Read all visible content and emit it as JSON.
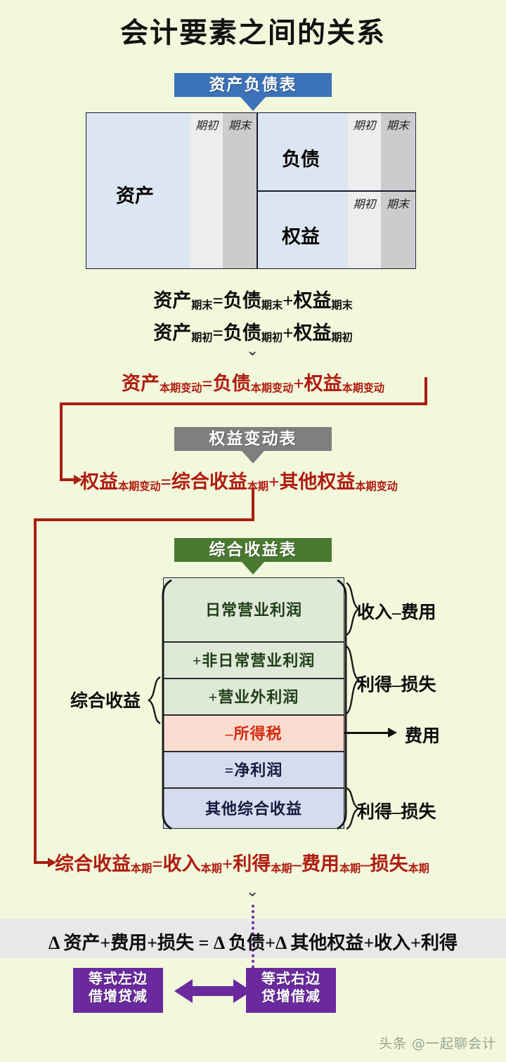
{
  "page": {
    "title": "会计要素之间的关系",
    "background": "#f2f8dc",
    "watermark": "头条 @一起聊会计"
  },
  "balance_sheet": {
    "header": "资产负债表",
    "header_color": "#3b72b8",
    "col_begin": "期初",
    "col_end": "期末",
    "assets": "资产",
    "liabilities": "负债",
    "equity": "权益"
  },
  "equations": {
    "bs_end": {
      "a": "资产",
      "a_sub": "期末",
      "eq": "=",
      "b": "负债",
      "b_sub": "期末",
      "plus": "+",
      "c": "权益",
      "c_sub": "期末"
    },
    "bs_begin": {
      "a": "资产",
      "a_sub": "期初",
      "eq": "=",
      "b": "负债",
      "b_sub": "期初",
      "plus": "+",
      "c": "权益",
      "c_sub": "期初"
    },
    "bs_delta": {
      "a": "资产",
      "a_sub": "本期变动",
      "eq": "=",
      "b": "负债",
      "b_sub": "本期变动",
      "plus": "+",
      "c": "权益",
      "c_sub": "本期变动"
    },
    "equity_delta": {
      "a": "权益",
      "a_sub": "本期变动",
      "eq": "=",
      "b": "综合收益",
      "b_sub": "本期",
      "plus": "+",
      "c": "其他权益",
      "c_sub": "本期变动"
    },
    "ci": {
      "a": "综合收益",
      "a_sub": "本期",
      "eq": "=",
      "b": "收入",
      "b_sub": "本期",
      "op1": "+",
      "c": "利得",
      "c_sub": "本期",
      "op2": "–",
      "d": "费用",
      "d_sub": "本期",
      "op3": "–",
      "e": "损失",
      "e_sub": "本期"
    }
  },
  "equity_statement": {
    "header": "权益变动表",
    "header_color": "#7f7f7f"
  },
  "income_statement": {
    "header": "综合收益表",
    "header_color": "#4a7a32",
    "left_label": "综合收益",
    "rows": [
      {
        "label": "日常营业利润",
        "style": "green"
      },
      {
        "label": "+非日常营业利润",
        "style": "green"
      },
      {
        "label": "+营业外利润",
        "style": "green"
      },
      {
        "label": "–所得税",
        "style": "pink"
      },
      {
        "label": "=净利润",
        "style": "blue"
      },
      {
        "label": "其他综合收益",
        "style": "blue"
      }
    ],
    "annotations": [
      {
        "text": "收入–费用"
      },
      {
        "text": "利得–损失"
      },
      {
        "text": "费用"
      },
      {
        "text": "利得–损失"
      }
    ]
  },
  "master": {
    "equation": "Δ 资产+费用+损失 = Δ 负债+Δ 其他权益+收入+利得",
    "left_box_line1": "等式左边",
    "left_box_line2": "借增贷减",
    "right_box_line1": "等式右边",
    "right_box_line2": "贷增借减",
    "box_color": "#6a2a9e"
  }
}
